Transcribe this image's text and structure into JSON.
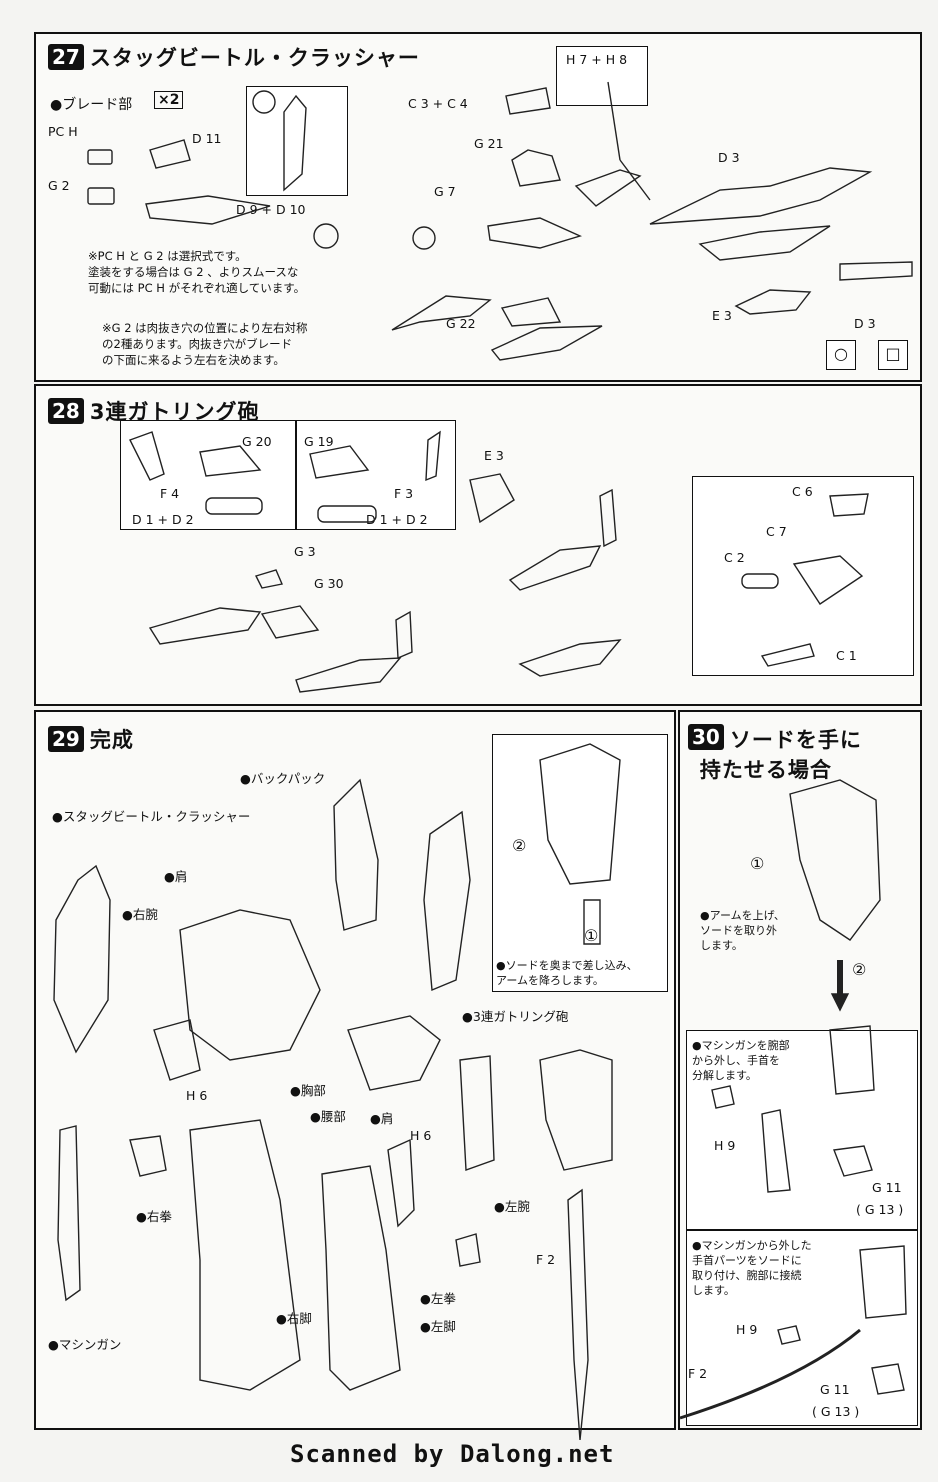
{
  "step27": {
    "num": "27",
    "title": "スタッグビートル・クラッシャー",
    "blade": "●ブレード部",
    "blade_qty": "×2",
    "labels": {
      "pc_h": "PC H",
      "g2": "G 2",
      "d11": "D 11",
      "d9d10": "D 9 + D 10",
      "h7h8": "H 7 + H 8",
      "c3c4": "C 3 + C 4",
      "g21": "G 21",
      "g7": "G 7",
      "g22": "G 22",
      "d3a": "D 3",
      "e3": "E 3",
      "d3b": "D 3"
    },
    "note1": "※PC H と G 2 は選択式です。\n塗装をする場合は G 2 、よりスムースな\n可動には PC H がそれぞれ適しています。",
    "note2": "※G 2 は肉抜き穴の位置により左右対称\nの2種あります。肉抜き穴がブレード\nの下面に来るよう左右を決めます。",
    "circle_sym": "○",
    "square_sym": "□"
  },
  "step28": {
    "num": "28",
    "title": "3連ガトリング砲",
    "labels": {
      "g20": "G 20",
      "f4": "F 4",
      "d1d2a": "D 1 + D 2",
      "g19": "G 19",
      "f3": "F 3",
      "d1d2b": "D 1 + D 2",
      "g3": "G 3",
      "g30": "G 30",
      "e3": "E 3",
      "c6": "C 6",
      "c7": "C 7",
      "c2": "C 2",
      "c1": "C 1"
    }
  },
  "step29": {
    "num": "29",
    "title": "完成",
    "labels": {
      "backpack": "●バックパック",
      "stag": "●スタッグビートル・クラッシャー",
      "shoulder_top": "●肩",
      "right_arm": "●右腕",
      "chest": "●胸部",
      "waist": "●腰部",
      "shoulder": "●肩",
      "h6a": "H 6",
      "h6b": "H 6",
      "gatling": "●3連ガトリング砲",
      "left_arm": "●左腕",
      "right_fist": "●右拳",
      "left_fist": "●左拳",
      "right_leg": "●右脚",
      "left_leg": "●左脚",
      "machinegun": "●マシンガン",
      "f2": "F 2",
      "step1": "①",
      "step2": "②"
    },
    "sword_note": "●ソードを奥まで差し込み、\nアームを降ろします。"
  },
  "step30": {
    "num": "30",
    "title_line1": "ソードを手に",
    "title_line2": "持たせる場合",
    "arm_note": "●アームを上げ、\nソードを取り外\nします。",
    "mg_note": "●マシンガンを腕部\nから外し、手首を\n分解します。",
    "hand_note": "●マシンガンから外した\n手首パーツをソードに\n取り付け、腕部に接続\nします。",
    "labels": {
      "step1": "①",
      "step2": "②",
      "h9a": "H 9",
      "g11a": "G 11",
      "g13a": "( G 13 )",
      "h9b": "H 9",
      "f2": "F 2",
      "g11b": "G 11",
      "g13b": "( G 13 )"
    }
  },
  "footer": "Scanned by Dalong.net"
}
